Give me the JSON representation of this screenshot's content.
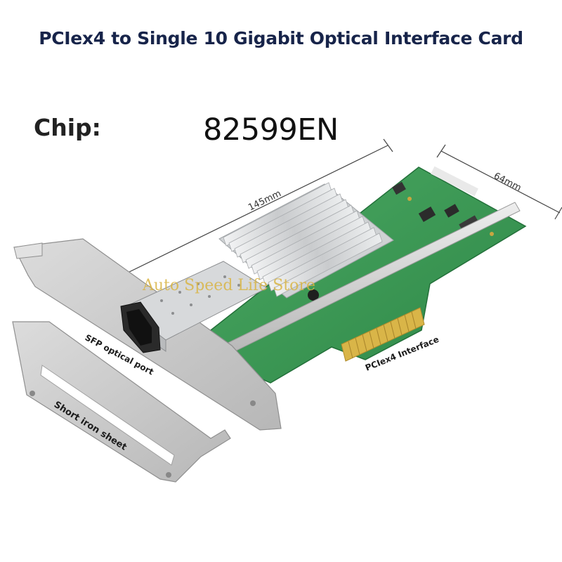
{
  "title": "PCIex4 to Single 10 Gigabit Optical Interface Card",
  "chip": {
    "label": "Chip:",
    "value": "82599EN"
  },
  "dimensions": {
    "length": "145mm",
    "width": "64mm"
  },
  "callouts": {
    "sfp_port": "SFP optical port",
    "pcie_interface": "PCIex4 Interface",
    "short_bracket": "Short iron sheet"
  },
  "watermark": "Auto Speed Life Store",
  "colors": {
    "title": "#17244a",
    "pcb": "#3f9a56",
    "heatsink": "#d4d6d8",
    "bracket": "#c9c9c9",
    "gold": "#d9b548",
    "watermark": "#d9b545"
  }
}
